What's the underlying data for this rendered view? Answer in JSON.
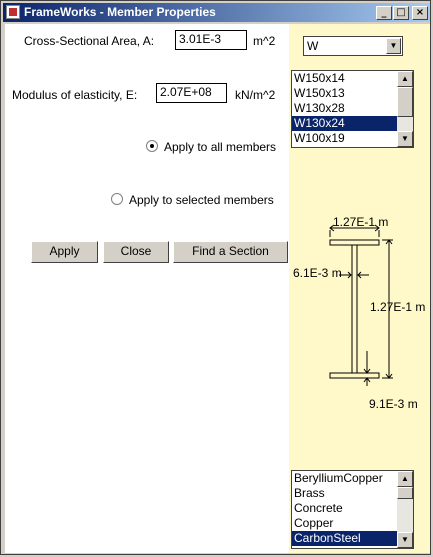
{
  "window": {
    "title": "FrameWorks - Member Properties",
    "controls": {
      "minimize": "_",
      "maximize": "□",
      "close": "×"
    }
  },
  "area": {
    "label": "Cross-Sectional Area, A:",
    "value": "3.01E-3",
    "unit": "m^2"
  },
  "modulus": {
    "label": "Modulus of elasticity, E:",
    "value": "2.07E+08",
    "unit": "kN/m^2"
  },
  "apply_all": {
    "label": "Apply to all members",
    "selected": true
  },
  "apply_selected": {
    "label": "Apply to selected members",
    "selected": false
  },
  "buttons": {
    "apply": "Apply",
    "close": "Close",
    "find": "Find a Section"
  },
  "section_type": {
    "value": "W"
  },
  "sections": {
    "items": [
      "W150x14",
      "W150x13",
      "W130x28",
      "W130x24",
      "W100x19"
    ],
    "selected": "W130x24"
  },
  "diagram": {
    "flange_width": "1.27E-1 m",
    "web_thickness": "6.1E-3 m",
    "depth": "1.27E-1 m",
    "flange_thickness": "9.1E-3 m"
  },
  "materials": {
    "items": [
      "BerylliumCopper",
      "Brass",
      "Concrete",
      "Copper",
      "CarbonSteel"
    ],
    "selected": "CarbonSteel"
  },
  "icons": [
    "app-icon",
    "minimize-icon",
    "maximize-icon",
    "close-icon",
    "dropdown-arrow-icon",
    "scroll-up-icon",
    "scroll-down-icon"
  ]
}
